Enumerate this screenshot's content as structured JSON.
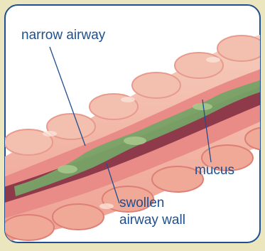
{
  "labels": {
    "narrow_airway": "narrow airway",
    "mucus": "mucus",
    "swollen_line1": "swollen",
    "swollen_line2": "airway wall"
  },
  "colors": {
    "background": "#ece6bf",
    "panel": "#ffffff",
    "border": "#1f4f8f",
    "label_text": "#1f4f8f",
    "tissue_outer": "#f2b9a6",
    "tissue_mid": "#ea8c86",
    "tissue_dark": "#d4626a",
    "lumen": "#8e3a4b",
    "mucus": "#7fa86b",
    "mucus_light": "#a9c98d"
  }
}
